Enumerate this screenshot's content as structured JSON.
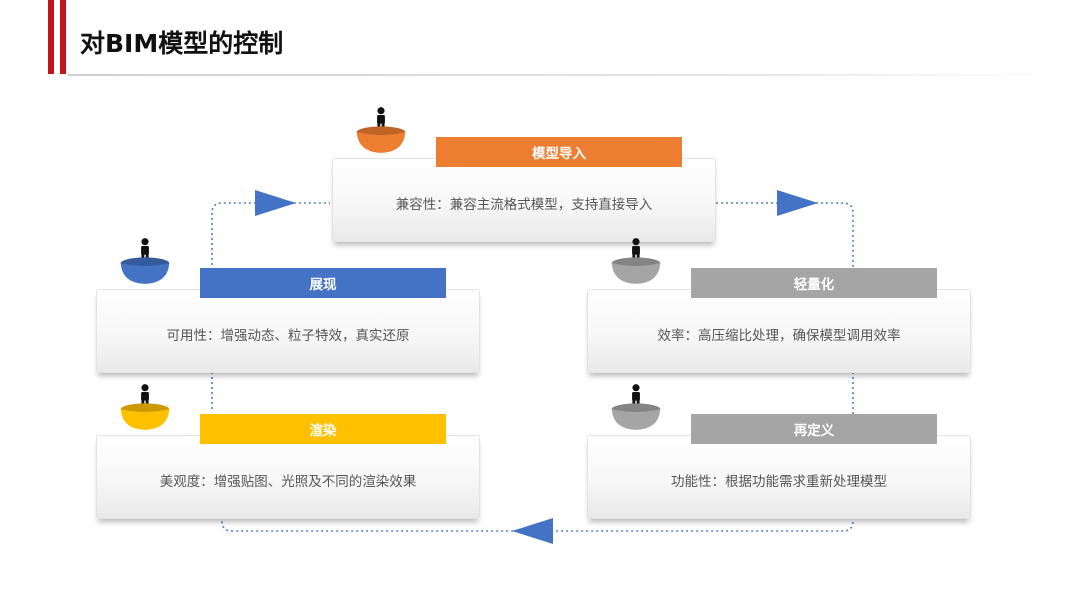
{
  "header": {
    "title": "对BIM模型的控制"
  },
  "colors": {
    "accent": "#c0161c",
    "orange": "#ed7d31",
    "blue": "#4472c4",
    "yellow": "#ffc000",
    "gray": "#a5a5a5",
    "arrow": "#4472c4"
  },
  "nodes": [
    {
      "id": "import",
      "label": "模型导入",
      "text": "兼容性：兼容主流格式模型，支持直接导入",
      "color": "#ed7d31",
      "bowl": "#ed7d31"
    },
    {
      "id": "display",
      "label": "展现",
      "text": "可用性：增强动态、粒子特效，真实还原",
      "color": "#4472c4",
      "bowl": "#4472c4"
    },
    {
      "id": "lightweight",
      "label": "轻量化",
      "text": "效率：高压缩比处理，确保模型调用效率",
      "color": "#a5a5a5",
      "bowl": "#a5a5a5"
    },
    {
      "id": "render",
      "label": "渲染",
      "text": "美观度：增强贴图、光照及不同的渲染效果",
      "color": "#ffc000",
      "bowl": "#ffc000"
    },
    {
      "id": "redefine",
      "label": "再定义",
      "text": "功能性：根据功能需求重新处理模型",
      "color": "#a5a5a5",
      "bowl": "#a5a5a5"
    }
  ],
  "icons": {
    "person": "person-icon",
    "bowl": "bowl-icon",
    "arrow": "triangle-arrow-icon"
  }
}
